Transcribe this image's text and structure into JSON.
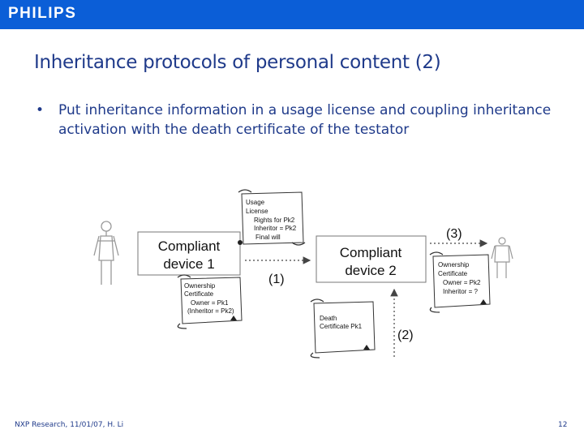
{
  "header": {
    "logo": "PHILIPS"
  },
  "slide": {
    "title": "Inheritance protocols of personal content (2)",
    "bullet": "Put inheritance information in a usage license and coupling inheritance activation with the death certificate of the testator"
  },
  "diagram": {
    "device1": {
      "line1": "Compliant",
      "line2": "device 1"
    },
    "device2": {
      "line1": "Compliant",
      "line2": "device 2"
    },
    "usage_license": [
      "Usage",
      "License",
      "Rights for  Pk2",
      "Inheritor = Pk2",
      "Final will"
    ],
    "ownership_cert_1": [
      "Ownership",
      "Certificate",
      "Owner = Pk1",
      "(Inheritor = Pk2)"
    ],
    "ownership_cert_2": [
      "Ownership",
      "Certificate",
      "Owner = Pk2",
      "Inheritor = ?"
    ],
    "death_cert": [
      "Death",
      "Certificate Pk1"
    ],
    "step1": "(1)",
    "step2": "(2)",
    "step3": "(3)"
  },
  "footer": {
    "left": "NXP Research, 11/01/07, H. Li",
    "page": "12"
  }
}
